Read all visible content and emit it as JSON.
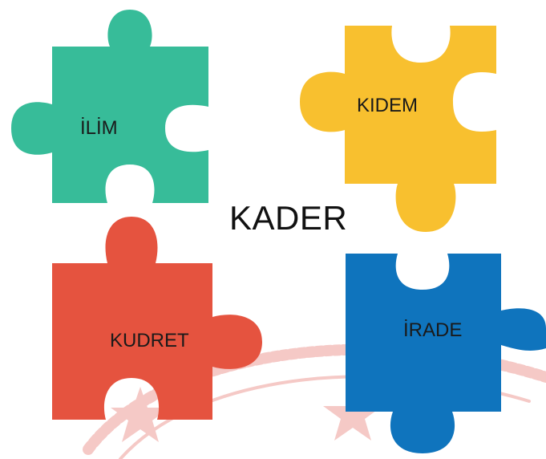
{
  "center_title": "KADER",
  "pieces": {
    "ilim": {
      "label": "İLİM",
      "color": "#37bc99"
    },
    "kidem": {
      "label": "KIDEM",
      "color": "#f8c02f"
    },
    "kudret": {
      "label": "KUDRET",
      "color": "#e5533f"
    },
    "irade": {
      "label": "İRADE",
      "color": "#0f74bd"
    }
  },
  "watermark": {
    "color": "#f5c9c6"
  }
}
